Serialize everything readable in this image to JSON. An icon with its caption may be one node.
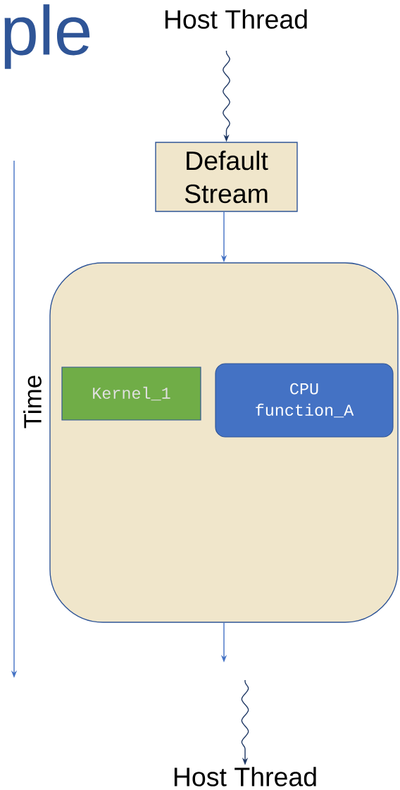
{
  "diagram": {
    "nodes": [
      {
        "text": [
          "Host Thread"
        ]
      },
      {
        "text": [
          "Default Stream"
        ]
      },
      {
        "text": [],
        "shape": "box"
      },
      {
        "text": [
          "Kernel_1"
        ],
        "in": 2
      },
      {
        "text": [
          "CPU function_A"
        ],
        "in": 2
      },
      {
        "text": [
          "Host Thread"
        ]
      }
    ],
    "edges": [
      {
        "from": 0,
        "to": 1,
        "arrow": "to",
        "color": "#1f3864"
      },
      {
        "from": 1,
        "to": 2,
        "arrow": "to",
        "color": "#4472c4"
      },
      {
        "from": 2,
        "to": null,
        "arrow": "to",
        "color": "#4472c4"
      },
      {
        "from": null,
        "to": 5,
        "arrow": "to",
        "color": "#1f3864"
      }
    ],
    "labels": [
      "ple",
      "Time"
    ]
  }
}
